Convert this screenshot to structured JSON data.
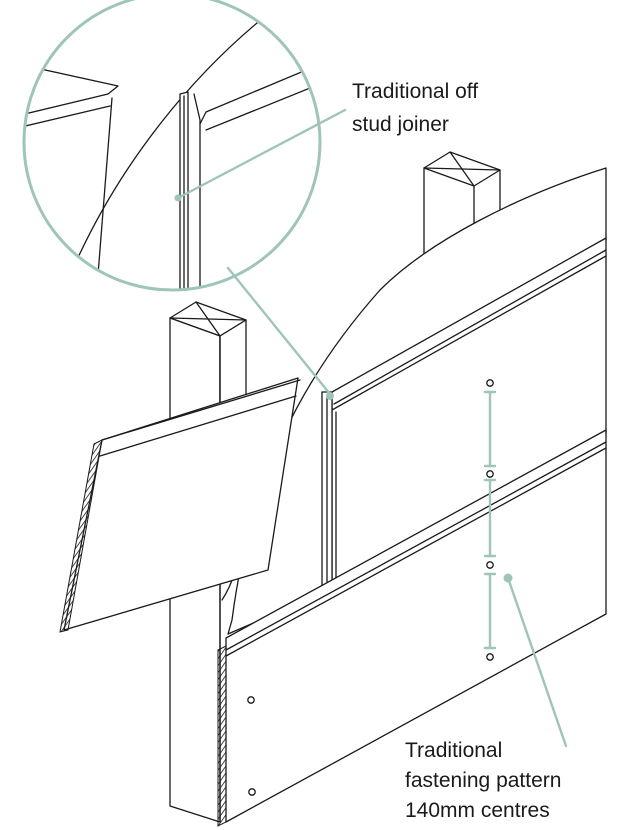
{
  "callouts": {
    "joiner": {
      "line1": "Traditional off",
      "line2": "stud joiner"
    },
    "fastening": {
      "line1": "Traditional",
      "line2": "fastening pattern",
      "line3": "140mm centres"
    }
  },
  "colors": {
    "leader": "#9fc4ba",
    "lines": "#1a1a1a",
    "background": "#ffffff"
  }
}
